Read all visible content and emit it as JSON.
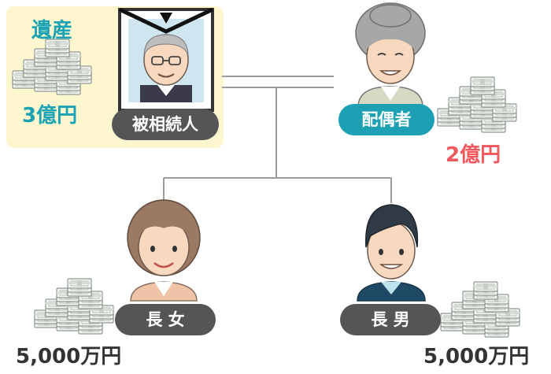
{
  "estate": {
    "title": "遺産",
    "amount": "3億円"
  },
  "people": {
    "deceased": {
      "label": "被相続人"
    },
    "spouse": {
      "label": "配偶者",
      "amount": "2億円"
    },
    "daughter": {
      "label": "長 女",
      "amount": "5,000万円"
    },
    "son": {
      "label": "長 男",
      "amount": "5,000万円"
    }
  },
  "colors": {
    "accent_teal": "#1da0b3",
    "label_dark": "#555555",
    "highlight_red": "#f0585c",
    "estate_bg": "#fdf6cf"
  }
}
